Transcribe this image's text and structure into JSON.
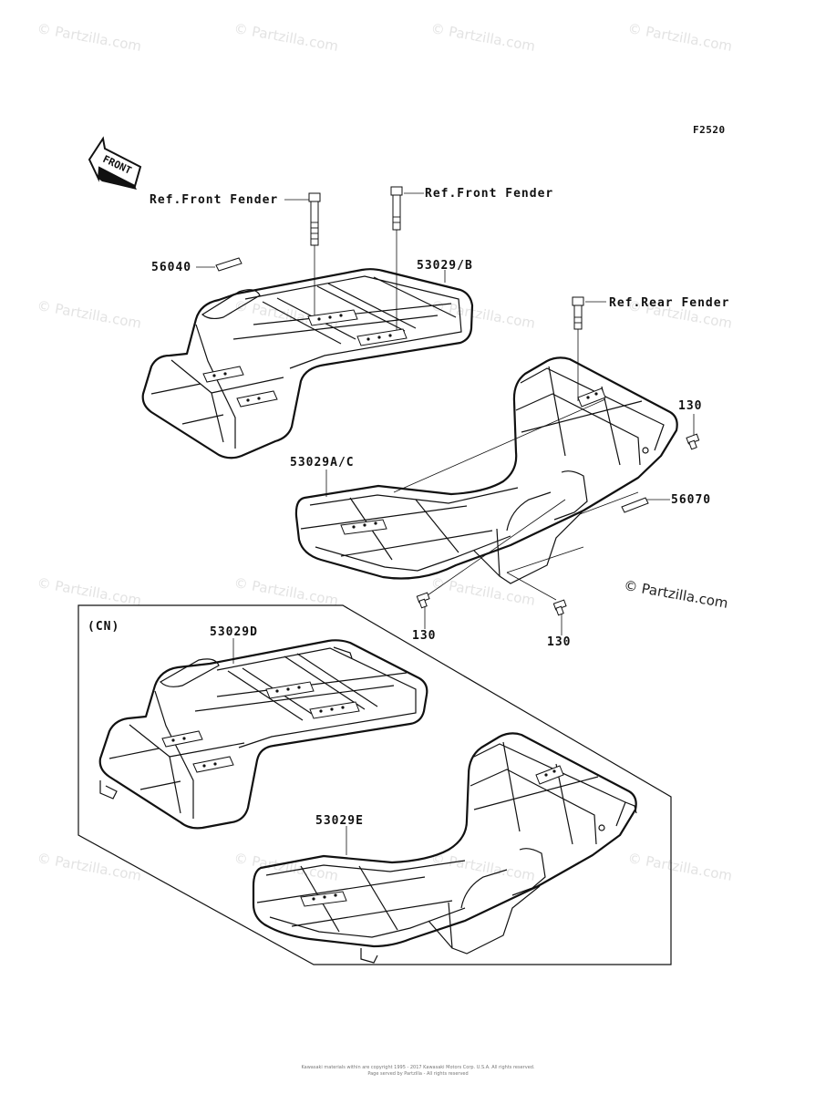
{
  "diagram": {
    "figure_code": "F2520",
    "front_arrow_label": "FRONT",
    "labels": {
      "ref_front_fender_left": "Ref.Front Fender",
      "ref_front_fender_right": "Ref.Front Fender",
      "part_56040": "56040",
      "part_53029b": "53029/B",
      "ref_rear_fender": "Ref.Rear Fender",
      "part_130_right": "130",
      "part_53029ac": "53029A/C",
      "part_56070": "56070",
      "part_130_bottom_left": "130",
      "part_130_bottom_right": "130",
      "region_cn": "(CN)",
      "part_53029d": "53029D",
      "part_53029e": "53029E"
    },
    "watermark": "© Partzilla.com",
    "brand_stamp": "© Partzilla.com",
    "copyright_line1": "Kawasaki materials within are copyright 1995 - 2017 Kawasaki Motors Corp. U.S.A. All rights reserved.",
    "copyright_line2": "Page served by Partzilla - All rights reserved"
  }
}
